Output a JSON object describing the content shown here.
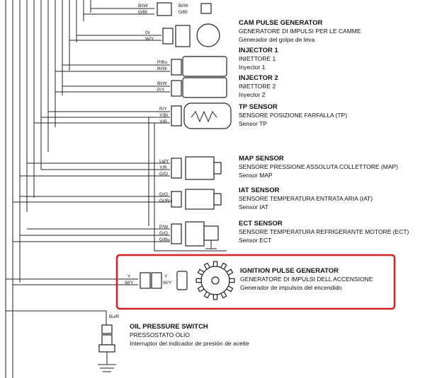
{
  "components": {
    "cam": {
      "title": "CAM PULSE GENERATOR",
      "it": "GENERATORE DI IMPULSI PER LE CAMME",
      "es": "Generador del golpe de leva"
    },
    "inj1": {
      "title": "INJECTOR 1",
      "it": "INIETTORE 1",
      "en": "Inyector 1"
    },
    "inj2": {
      "title": "INJECTOR 2",
      "it": "INIETTORE 2",
      "en": "Inyector 2"
    },
    "tp": {
      "title": "TP SENSOR",
      "it": "SENSORE POSIZIONE FARFALLA (TP)",
      "en": "Sensor TP"
    },
    "map": {
      "title": "MAP SENSOR",
      "it": "SENSORE PRESSIONE ASSOLUTA COLLETTORE (MAP)",
      "en": "Sensor MAP"
    },
    "iat": {
      "title": "IAT SENSOR",
      "it": "SENSORE TEMPERATURA ENTRATA ARIA (IAT)",
      "en": "Sensor IAT"
    },
    "ect": {
      "title": "ECT SENSOR",
      "it": "SENSORE TEMPERATURA REFRIGERANTE MOTORE (ECT)",
      "en": "Sensor ECT"
    },
    "ign": {
      "title": "IGNITION PULSE GENERATOR",
      "it": "GENERATORE DI IMPULSI DELL ACCENSIONE",
      "es": "Generador de impulsos del encendido"
    },
    "oil": {
      "title": "OIL PRESSURE SWITCH",
      "it": "PRESSOSTATO OLIO",
      "es": "Interruptor del indicador de presión de aceite"
    }
  },
  "wires": {
    "top1": "Bl/W",
    "top2": "G/Bl",
    "top3": "Bl/W",
    "top4": "O/Bl",
    "cam1": "Gr",
    "cam2": "W/Y",
    "inj1a": "P/Bu",
    "inj1b": "Bl/W",
    "inj2a": "Bl/W",
    "inj2b": "P/Y",
    "tp1": "R/Y",
    "tp2": "Y/Bl",
    "tp3": "Y/R",
    "map1": "Lg/Y",
    "map2": "Y/R",
    "map3": "G/O",
    "iat1": "G/O",
    "iat2": "Gr/Bu",
    "ect1": "P/W",
    "ect2": "G/O",
    "ect3": "G/Bu",
    "ign1": "Y",
    "ign2": "W/Y",
    "ign3": "Y",
    "ign4": "W/Y",
    "oil1": "Bu/R"
  },
  "highlight_color": "#d42020"
}
